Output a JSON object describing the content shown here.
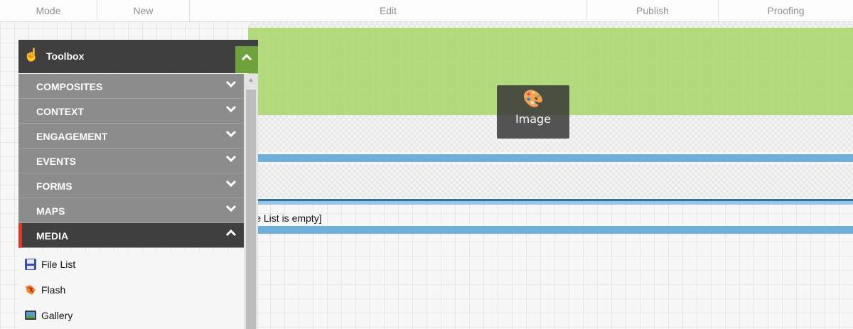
{
  "ribbon": {
    "tabs": [
      {
        "label": "Mode"
      },
      {
        "label": "New"
      },
      {
        "label": "Edit"
      },
      {
        "label": "Publish"
      },
      {
        "label": "Proofing"
      }
    ]
  },
  "toolbox": {
    "title": "Toolbox",
    "categories": [
      {
        "label": "COMPOSITES",
        "expanded": false
      },
      {
        "label": "CONTEXT",
        "expanded": false
      },
      {
        "label": "ENGAGEMENT",
        "expanded": false
      },
      {
        "label": "EVENTS",
        "expanded": false
      },
      {
        "label": "FORMS",
        "expanded": false
      },
      {
        "label": "MAPS",
        "expanded": false
      },
      {
        "label": "MEDIA",
        "expanded": true
      }
    ],
    "media_items": [
      {
        "label": "File List",
        "icon": "floppy-disk-icon"
      },
      {
        "label": "Flash",
        "icon": "flash-icon"
      },
      {
        "label": "Gallery",
        "icon": "gallery-icon"
      }
    ]
  },
  "canvas": {
    "drag_tile_label": "Image",
    "drag_tile_icon": "palette-icon",
    "empty_message": "ile List is empty]"
  },
  "colors": {
    "drop_zone": "#a0d25a",
    "active_marker": "#d9382b",
    "placeholder_bar": "#6fb0db"
  }
}
